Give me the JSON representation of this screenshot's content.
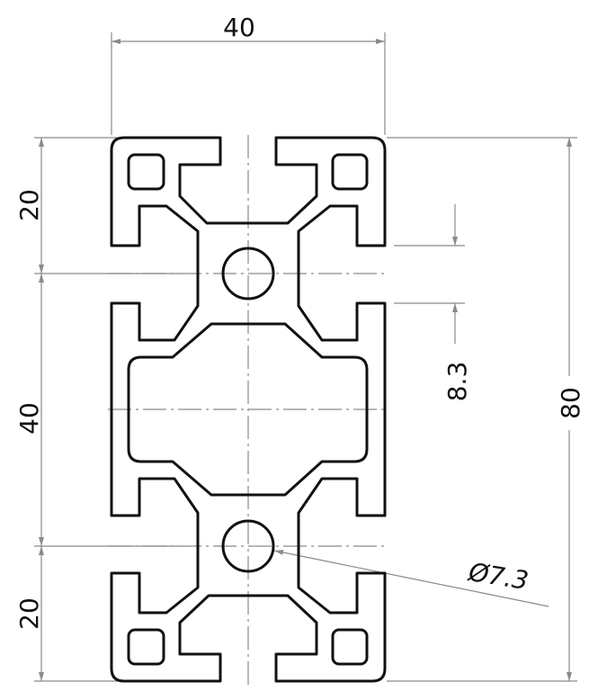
{
  "dimensions": {
    "width_top": "40",
    "left_top": "20",
    "left_middle": "40",
    "left_bottom": "20",
    "total_height": "80",
    "slot_width": "8.3",
    "hole_diameter": "Ø7.3"
  },
  "colors": {
    "outline": "#111111",
    "dimension_lines": "#8a8a8a"
  }
}
